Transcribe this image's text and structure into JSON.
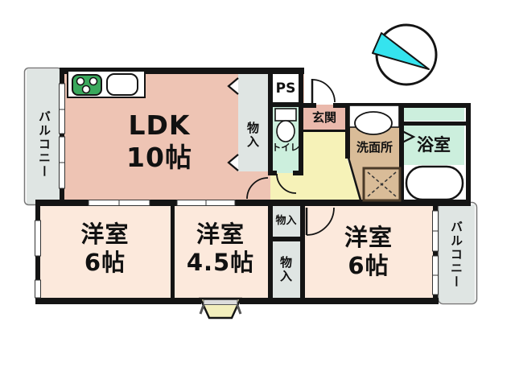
{
  "plan": {
    "type": "japanese-apartment-floorplan",
    "rooms": {
      "ldk": {
        "name": "LDK",
        "size": "10帖"
      },
      "bedroom_left": {
        "name": "洋室",
        "size": "6帖"
      },
      "bedroom_middle": {
        "name": "洋室",
        "size": "4.5帖"
      },
      "bedroom_right": {
        "name": "洋室",
        "size": "6帖"
      },
      "entrance": {
        "name": "玄関"
      },
      "toilet": {
        "name": "トイレ"
      },
      "washroom": {
        "name": "洗面所"
      },
      "bathroom": {
        "name": "浴室"
      },
      "pipe_space": {
        "name": "PS"
      },
      "balcony_left": {
        "name": "バルコニー"
      },
      "balcony_right": {
        "name": "バルコニー"
      },
      "closet_ldk": {
        "name": "物入"
      },
      "closet_upper": {
        "name": "物入"
      },
      "closet_lower": {
        "name": "物入"
      }
    },
    "icons": {
      "north_arrow": "compass-needle",
      "stove": "3-burner-stove",
      "sink": "kitchen-sink",
      "toilet": "toilet-bowl",
      "vanity": "washbasin",
      "washer_pan": "washing-machine-space",
      "bathtub": "bathtub"
    },
    "colors": {
      "wall": "#141414",
      "ldk_fill": "#eec4b4",
      "bedroom_fill": "#fce9dc",
      "entrance_fill": "#eab9ac",
      "hall_fill": "#f6f2b8",
      "washroom_fill": "#d9bc98",
      "mint_fill": "#ccefdd",
      "gray_fill": "#dfe5e3",
      "stove_green": "#3aa85c",
      "compass_cyan": "#35e3ee",
      "bay_window_fill": "#f2eebc"
    }
  }
}
